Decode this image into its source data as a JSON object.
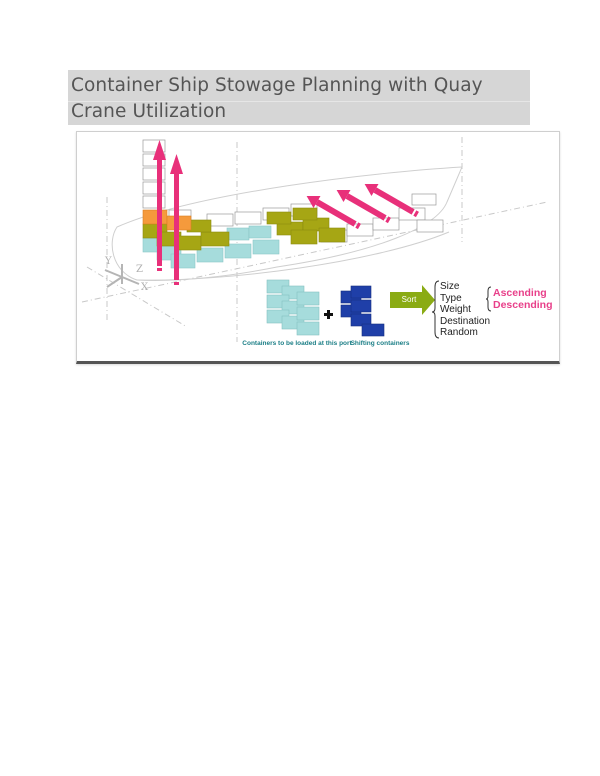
{
  "document": {
    "title": "Container Ship Stowage Planning with Quay Crane Utilization"
  },
  "figure": {
    "axis_labels": {
      "x": "X",
      "y": "Y",
      "z": "Z"
    },
    "sort_button": "Sort",
    "sort_criteria": [
      "Size",
      "Type",
      "Weight",
      "Destination",
      "Random"
    ],
    "sort_orders": [
      "Ascending",
      "Descending"
    ],
    "captions": {
      "loaded": "Containers to be loaded at this port",
      "shifting": "Shifting containers"
    },
    "plus_sign": "+",
    "colors": {
      "title_bg": "#d6d6d6",
      "arrow_pink": "#e8307a",
      "container_teal": "#a6dcdc",
      "container_olive": "#a6a614",
      "container_orange": "#f59a3c",
      "container_blue": "#1f3fa8",
      "sort_green": "#8aab14",
      "order_pink": "#e8408a",
      "caption_teal": "#1b7e86"
    }
  }
}
